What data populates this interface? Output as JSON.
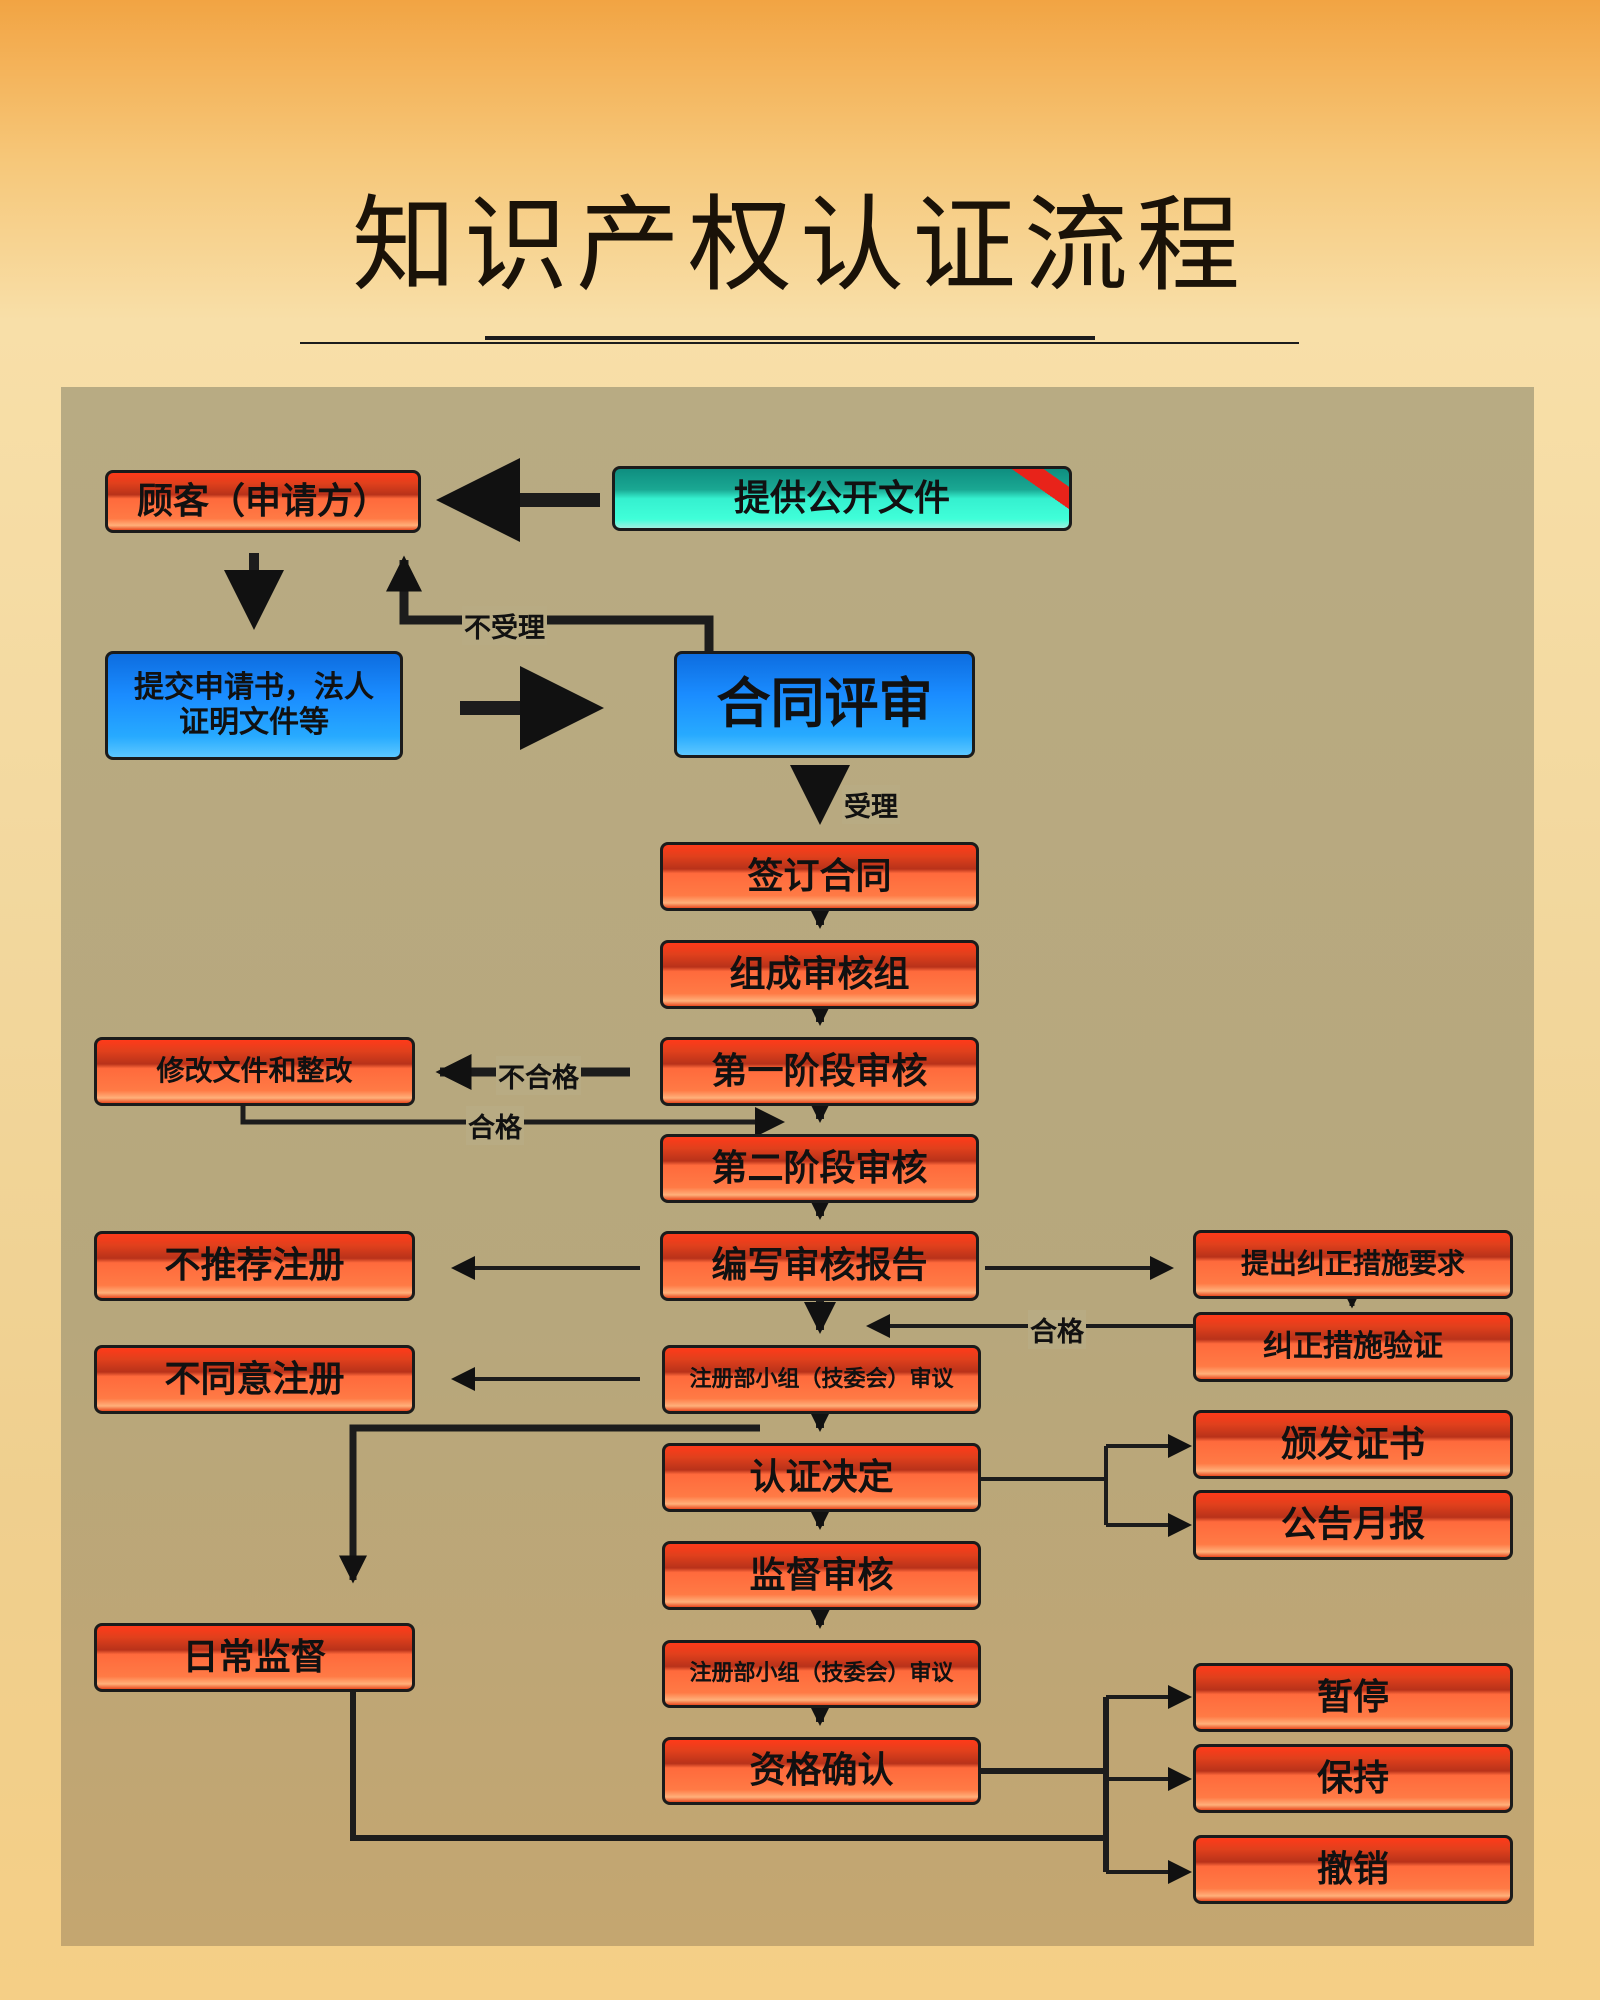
{
  "title": "知识产权认证流程",
  "nodes": {
    "customer": "顾客（申请方）",
    "public_docs": "提供公开文件",
    "submit": "提交申请书，法人证明文件等",
    "contract_review": "合同评审",
    "sign": "签订合同",
    "team": "组成审核组",
    "stage1": "第一阶段审核",
    "stage2": "第二阶段审核",
    "report": "编写审核报告",
    "committee1": "注册部小组（技委会）审议",
    "decision": "认证决定",
    "supervision_audit": "监督审核",
    "committee2": "注册部小组（技委会）审议",
    "qualification": "资格确认",
    "modify": "修改文件和整改",
    "not_recommend": "不推荐注册",
    "not_agree": "不同意注册",
    "daily": "日常监督",
    "corrective_req": "提出纠正措施要求",
    "corrective_verify": "纠正措施验证",
    "issue": "颁发证书",
    "bulletin": "公告月报",
    "suspend": "暂停",
    "keep": "保持",
    "revoke": "撤销"
  },
  "labels": {
    "rejected": "不受理",
    "accepted": "受理",
    "fail": "不合格",
    "pass1": "合格",
    "pass2": "合格"
  }
}
